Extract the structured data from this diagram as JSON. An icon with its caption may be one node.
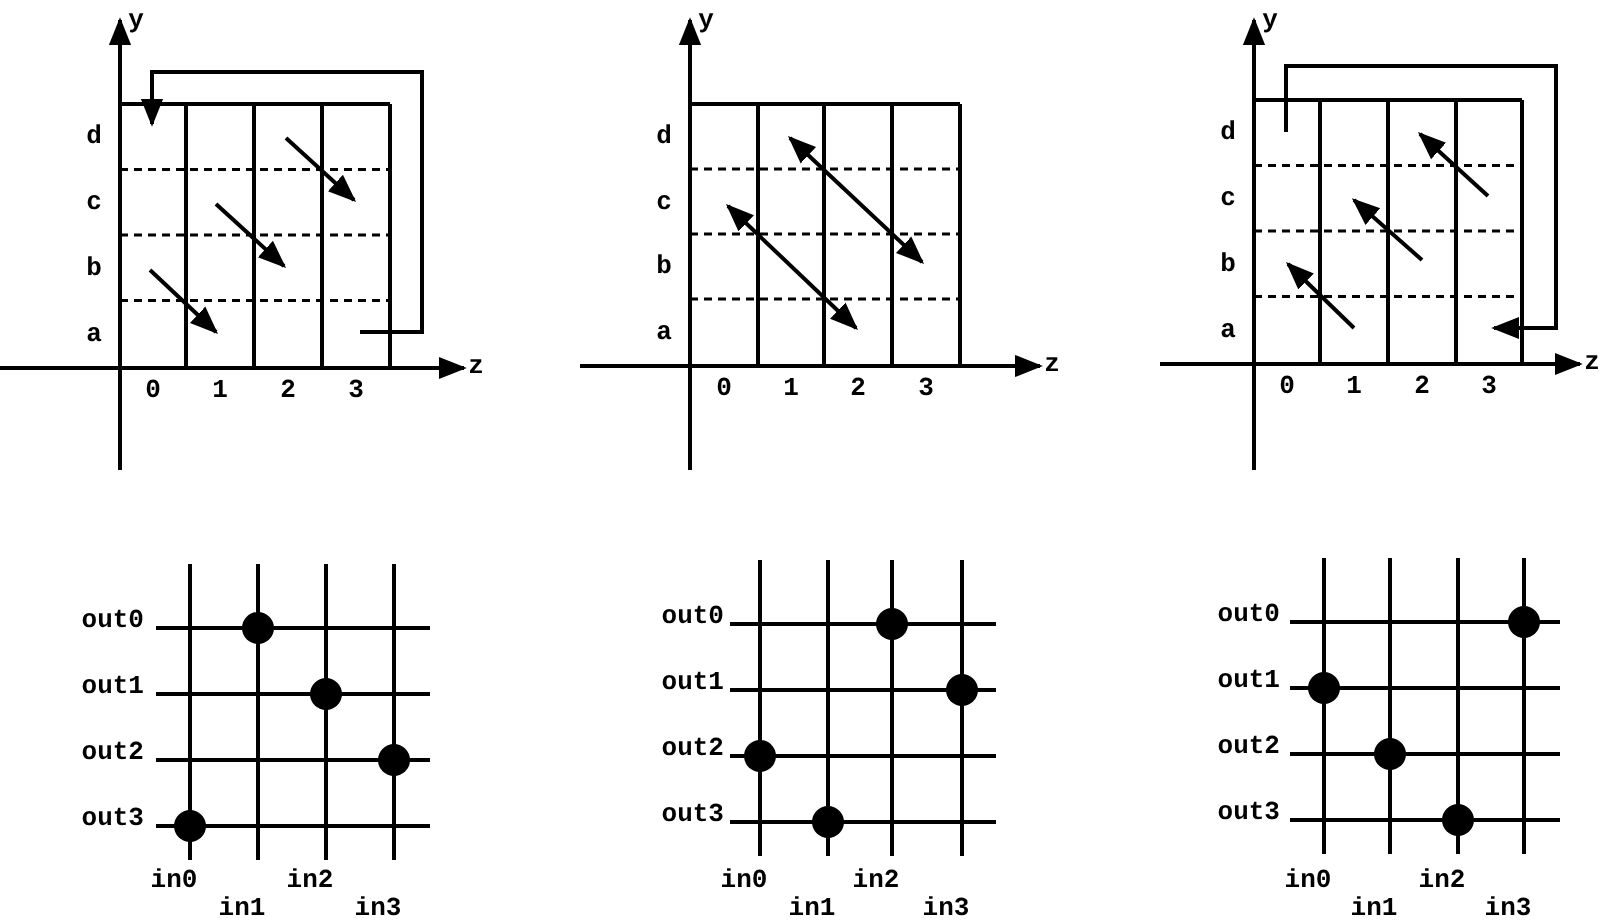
{
  "diagram": {
    "labels": [
      "y",
      "d",
      "c",
      "b",
      "a",
      "z",
      "0",
      "1",
      "2",
      "3",
      "y",
      "d",
      "c",
      "b",
      "a",
      "z",
      "0",
      "1",
      "2",
      "3",
      "y",
      "d",
      "c",
      "b",
      "a",
      "z",
      "0",
      "1",
      "2",
      "3",
      "out0",
      "out1",
      "out2",
      "out3",
      "in0",
      "in1",
      "in2",
      "in3",
      "out0",
      "out1",
      "out2",
      "out3",
      "in0",
      "in1",
      "in2",
      "in3",
      "out0",
      "out1",
      "out2",
      "out3",
      "in0",
      "in1",
      "in2",
      "in3"
    ]
  }
}
